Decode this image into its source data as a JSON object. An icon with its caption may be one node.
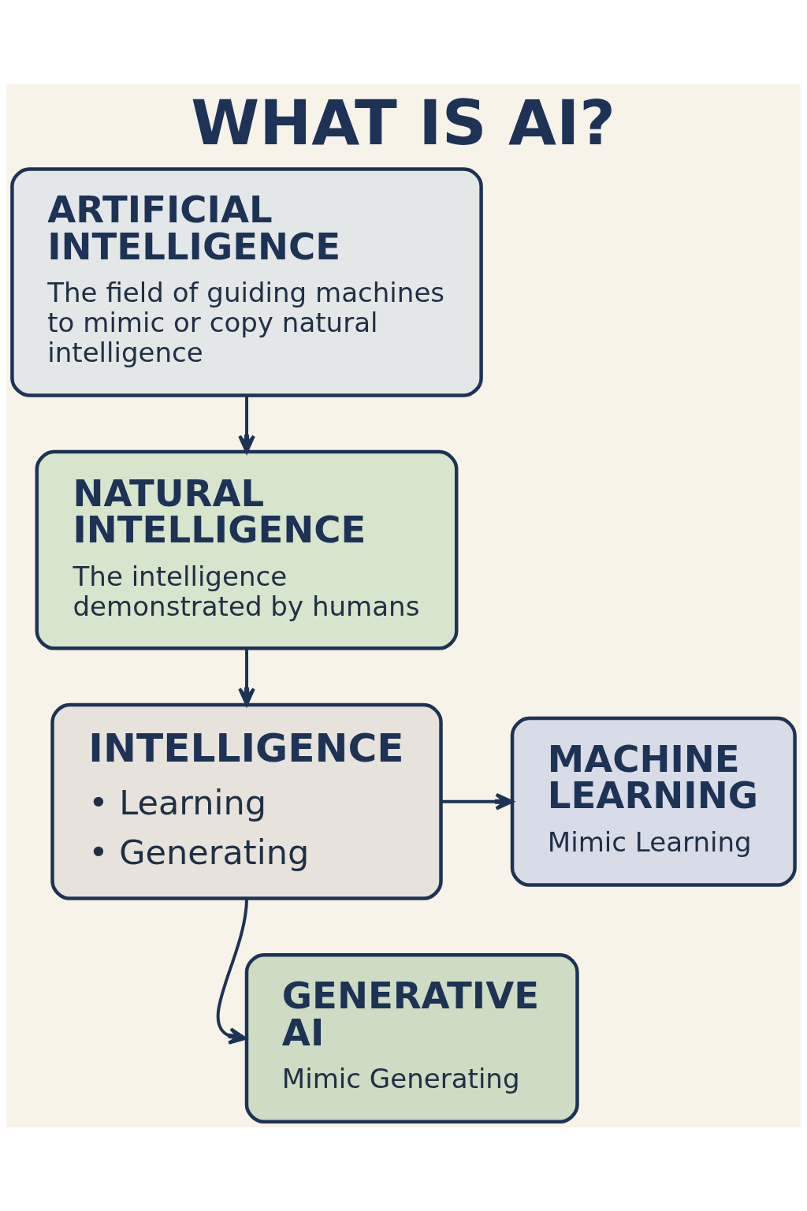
{
  "diagram": {
    "title": "WHAT IS AI?",
    "nodes": [
      {
        "text": [
          "ARTIFICIAL INTELLIGENCE",
          "The field of guiding machines to mimic or copy natural intelligence"
        ]
      },
      {
        "text": [
          "NATURAL INTELLIGENCE",
          "The intelligence demonstrated by humans"
        ]
      },
      {
        "text": [
          "INTELLIGENCE",
          "• Learning",
          "• Generating"
        ]
      },
      {
        "text": [
          "MACHINE LEARNING",
          "Mimic Learning"
        ]
      },
      {
        "text": [
          "GENERATIVE AI",
          "Mimic Generating"
        ]
      }
    ],
    "edges": [
      {
        "from": 0,
        "to": 1,
        "arrow": "to"
      },
      {
        "from": 1,
        "to": 2,
        "arrow": "to"
      },
      {
        "from": 2,
        "to": 3,
        "arrow": "to"
      },
      {
        "from": 2,
        "to": 4,
        "arrow": "to"
      }
    ]
  }
}
